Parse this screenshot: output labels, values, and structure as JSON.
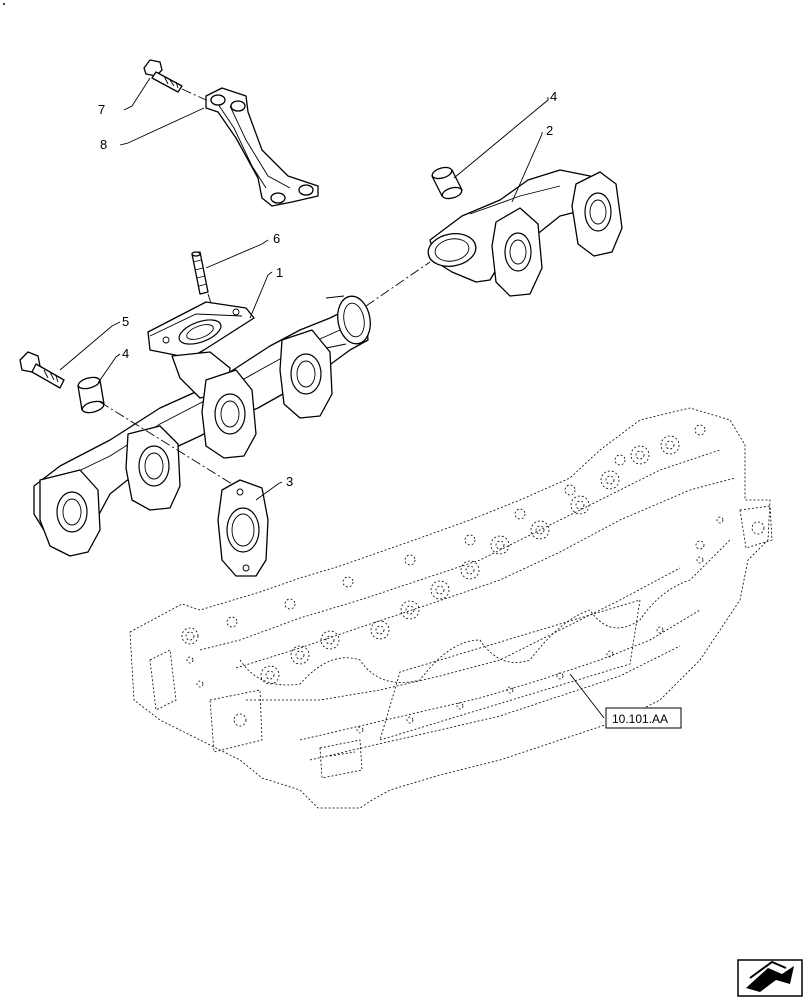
{
  "callouts": {
    "c1": "1",
    "c2": "2",
    "c3": "3",
    "c4a": "4",
    "c4b": "4",
    "c5": "5",
    "c6": "6",
    "c7": "7",
    "c8": "8"
  },
  "reference_label": "10.101.AA",
  "icons": {
    "nav": "next-page-arrow-icon"
  }
}
